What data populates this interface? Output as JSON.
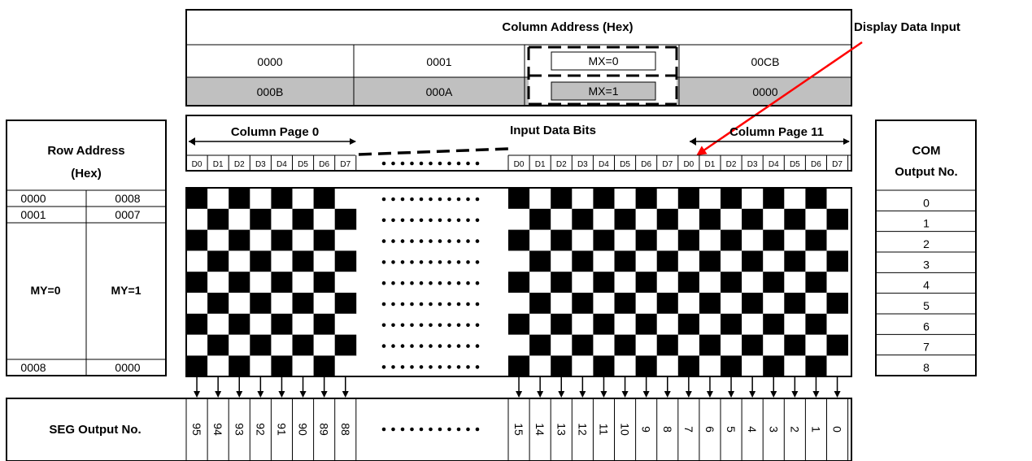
{
  "column_address": {
    "title": "Column Address (Hex)",
    "mx0_row": [
      "0000",
      "0001",
      "MX=0",
      "00CB"
    ],
    "mx1_row": [
      "000B",
      "000A",
      "MX=1",
      "0000"
    ]
  },
  "display_data_input_label": "Display Data Input",
  "column_page_start": "Column Page 0",
  "column_page_end": "Column Page 11",
  "input_data_bits_label": "Input Data Bits",
  "bit_labels_left": [
    "D0",
    "D1",
    "D2",
    "D3",
    "D4",
    "D5",
    "D6",
    "D7"
  ],
  "bit_labels_right": [
    "D0",
    "D1",
    "D2",
    "D3",
    "D4",
    "D5",
    "D6",
    "D7",
    "D0",
    "D1",
    "D2",
    "D3",
    "D4",
    "D5",
    "D6",
    "D7"
  ],
  "row_address": {
    "title_line1": "Row Address",
    "title_line2": "(Hex)",
    "rows_top": [
      [
        "0000",
        "0008"
      ],
      [
        "0001",
        "0007"
      ]
    ],
    "my0": "MY=0",
    "my1": "MY=1",
    "row_bottom": [
      "0008",
      "0000"
    ]
  },
  "com_output": {
    "title_line1": "COM",
    "title_line2": "Output No.",
    "values": [
      "0",
      "1",
      "2",
      "3",
      "4",
      "5",
      "6",
      "7",
      "8"
    ]
  },
  "seg_output": {
    "label": "SEG Output No.",
    "left": [
      "95",
      "94",
      "93",
      "92",
      "91",
      "90",
      "89",
      "88"
    ],
    "right": [
      "15",
      "14",
      "13",
      "12",
      "11",
      "10",
      "9",
      "8",
      "7",
      "6",
      "5",
      "4",
      "3",
      "2",
      "1",
      "0"
    ]
  },
  "colors": {
    "shade": "#c0c0c0",
    "arrow": "#ff0000",
    "ink": "#000000"
  }
}
